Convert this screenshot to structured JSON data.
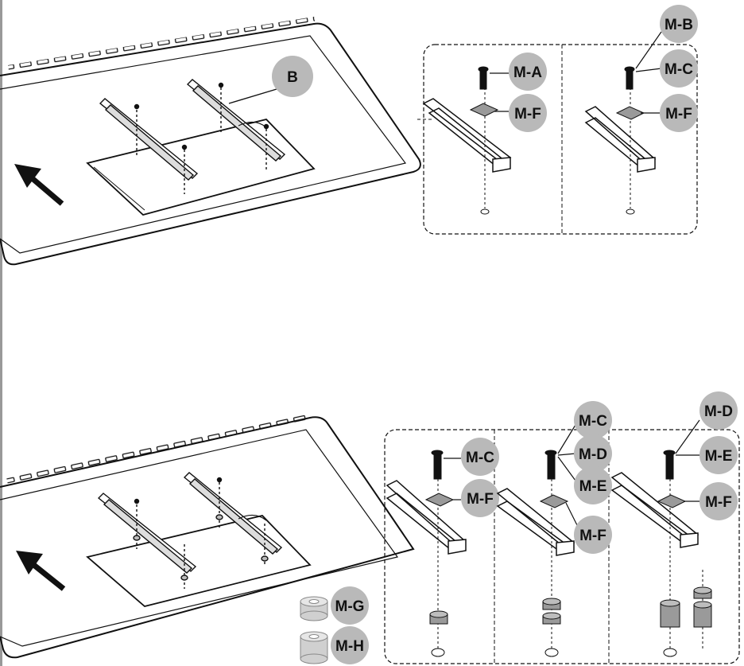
{
  "labels": {
    "B": "B",
    "MA": "M-A",
    "MB": "M-B",
    "MC": "M-C",
    "MD": "M-D",
    "ME": "M-E",
    "MF": "M-F",
    "MG": "M-G",
    "MH": "M-H"
  },
  "colors": {
    "callout": "#b9b9b9",
    "line": "#111111",
    "part_gray": "#9a9a9a",
    "part_light": "#d0d0d0"
  }
}
